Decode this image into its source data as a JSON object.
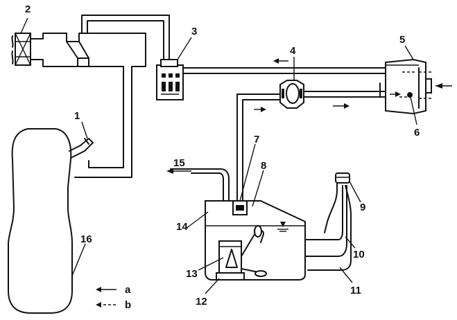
{
  "callouts": {
    "c1": "1",
    "c2": "2",
    "c3": "3",
    "c4": "4",
    "c5": "5",
    "c6": "6",
    "c7": "7",
    "c8": "8",
    "c9": "9",
    "c10": "10",
    "c11": "11",
    "c12": "12",
    "c13": "13",
    "c14": "14",
    "c15": "15",
    "c16": "16"
  },
  "legend": {
    "a": {
      "label": "a",
      "line_style": "solid"
    },
    "b": {
      "label": "b",
      "line_style": "dashed"
    }
  },
  "colors": {
    "ink": "#111111",
    "background": "#ffffff"
  }
}
